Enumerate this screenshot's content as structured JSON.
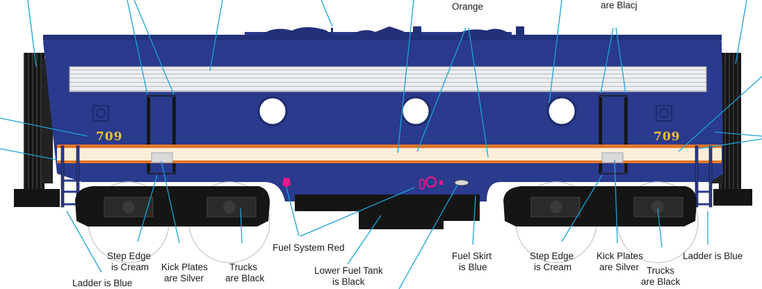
{
  "locomotive": {
    "number_left": "709",
    "number_right": "709"
  },
  "colors": {
    "body_blue": "#2a3a8c",
    "stripe_orange": "#e2762a",
    "stripe_cream": "#fbeed8",
    "black": "#151515",
    "leader_cyan": "#1aa3d8",
    "fuel_red": "#e8198c",
    "grille_silver": "#e6e7ea"
  },
  "labels": {
    "orange": "Orange",
    "are_black_top": "are Blacj",
    "fuel_system": "Fuel System Red",
    "step_edge_left": [
      "Step Edge",
      "is Cream"
    ],
    "kick_plates_left": [
      "Kick Plates",
      "are Silver"
    ],
    "trucks_left": [
      "Trucks",
      "are Black"
    ],
    "ladder_left": "Ladder is Blue",
    "lower_fuel_tank": [
      "Lower Fuel Tank",
      "is Black"
    ],
    "fuel_skirt": [
      "Fuel Skirt",
      "is Blue"
    ],
    "step_edge_right": [
      "Step Edge",
      "is Cream"
    ],
    "kick_plates_right": [
      "Kick Plates",
      "are Silver"
    ],
    "trucks_right": [
      "Trucks",
      "are Black"
    ],
    "ladder_right": "Ladder is Blue"
  }
}
